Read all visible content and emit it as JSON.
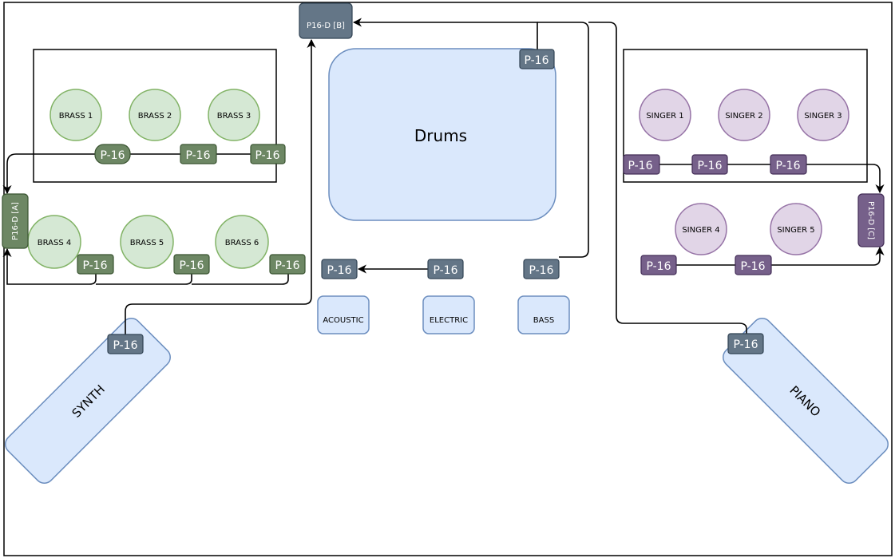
{
  "colors": {
    "green_fill": "#d5e8d4",
    "green_stroke": "#82b366",
    "dark_green": "#6d8764",
    "dark_green_stroke": "#3a5431",
    "purple_fill": "#e1d5e7",
    "purple_stroke": "#9673a6",
    "dark_purple": "#76608a",
    "dark_purple_stroke": "#432d57",
    "blue_fill": "#dae8fc",
    "blue_stroke": "#6c8ebf",
    "slate": "#647687",
    "slate_stroke": "#314354"
  },
  "stage": {
    "drums_label": "Drums",
    "hubs": {
      "a": "P16-D [A]",
      "b": "P16-D [B]",
      "c": "P16-D [C]"
    },
    "p16_label": "P-16"
  },
  "brass": [
    "BRASS  1",
    "BRASS  2",
    "BRASS  3",
    "BRASS  4",
    "BRASS  5",
    "BRASS  6"
  ],
  "singers": [
    "SINGER 1",
    "SINGER 2",
    "SINGER 3",
    "SINGER 4",
    "SINGER 5"
  ],
  "instruments": {
    "acoustic": "ACOUSTIC",
    "electric": "ELECTRIC",
    "bass": "BASS",
    "synth": "SYNTH",
    "piano": "PIANO"
  }
}
